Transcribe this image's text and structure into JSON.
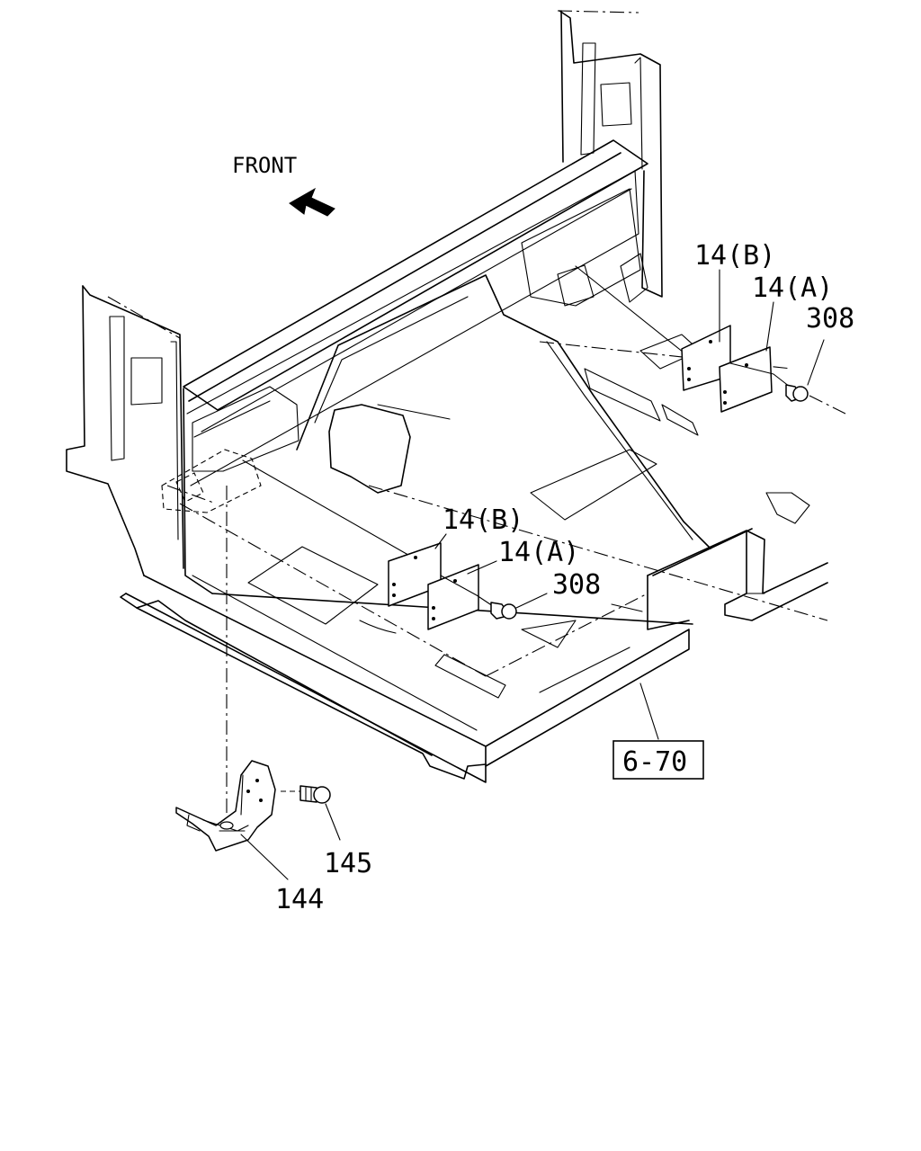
{
  "direction": {
    "label": "FRONT",
    "icon": "arrow-front-icon"
  },
  "callouts": {
    "upper_14b": "14(B)",
    "upper_14a": "14(A)",
    "upper_308": "308",
    "lower_14b": "14(B)",
    "lower_14a": "14(A)",
    "lower_308": "308",
    "bracket_144": "144",
    "bolt_145": "145",
    "ref_box": "6-70"
  }
}
